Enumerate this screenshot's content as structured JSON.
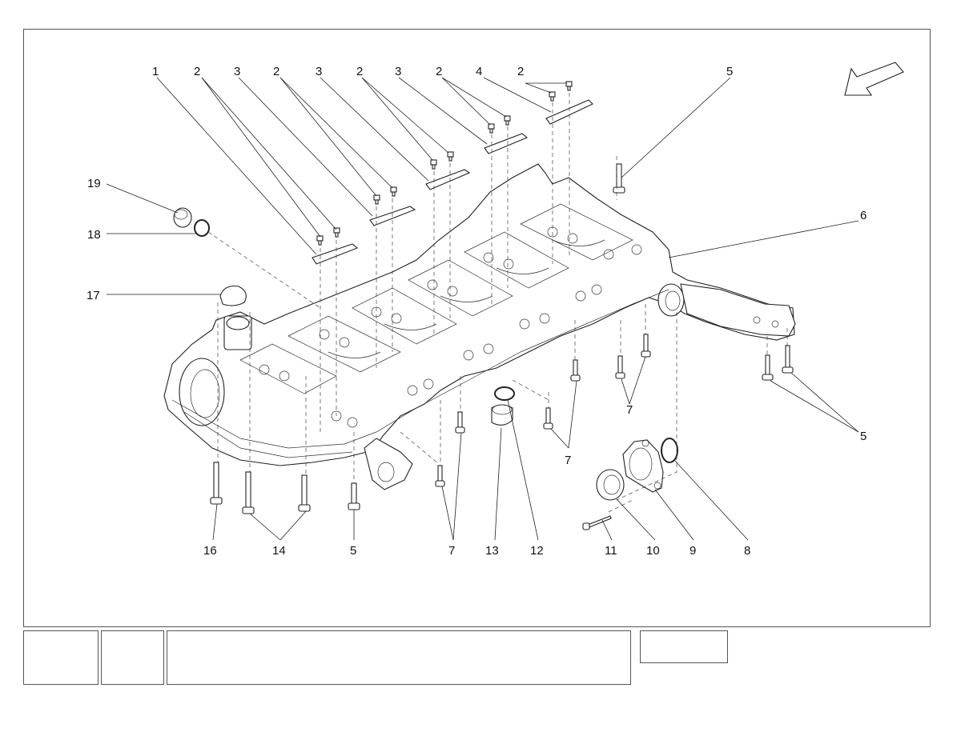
{
  "diagram": {
    "callouts": [
      {
        "id": "c-1",
        "text": "1"
      },
      {
        "id": "c-2a",
        "text": "2"
      },
      {
        "id": "c-3a",
        "text": "3"
      },
      {
        "id": "c-2b",
        "text": "2"
      },
      {
        "id": "c-3b",
        "text": "3"
      },
      {
        "id": "c-2c",
        "text": "2"
      },
      {
        "id": "c-3c",
        "text": "3"
      },
      {
        "id": "c-2d",
        "text": "2"
      },
      {
        "id": "c-4",
        "text": "4"
      },
      {
        "id": "c-2e",
        "text": "2"
      },
      {
        "id": "c-5a",
        "text": "5"
      },
      {
        "id": "c-6",
        "text": "6"
      },
      {
        "id": "c-19",
        "text": "19"
      },
      {
        "id": "c-18",
        "text": "18"
      },
      {
        "id": "c-17",
        "text": "17"
      },
      {
        "id": "c-7a",
        "text": "7"
      },
      {
        "id": "c-5b",
        "text": "5"
      },
      {
        "id": "c-7b",
        "text": "7"
      },
      {
        "id": "c-16",
        "text": "16"
      },
      {
        "id": "c-14",
        "text": "14"
      },
      {
        "id": "c-5c",
        "text": "5"
      },
      {
        "id": "c-7c",
        "text": "7"
      },
      {
        "id": "c-13",
        "text": "13"
      },
      {
        "id": "c-12",
        "text": "12"
      },
      {
        "id": "c-11",
        "text": "11"
      },
      {
        "id": "c-10",
        "text": "10"
      },
      {
        "id": "c-9",
        "text": "9"
      },
      {
        "id": "c-8",
        "text": "8"
      }
    ],
    "direction_arrow_icon": "arrow-down-left-icon"
  },
  "title_block": {
    "cell1": "",
    "cell2": "",
    "cell3": "",
    "cell4": ""
  }
}
